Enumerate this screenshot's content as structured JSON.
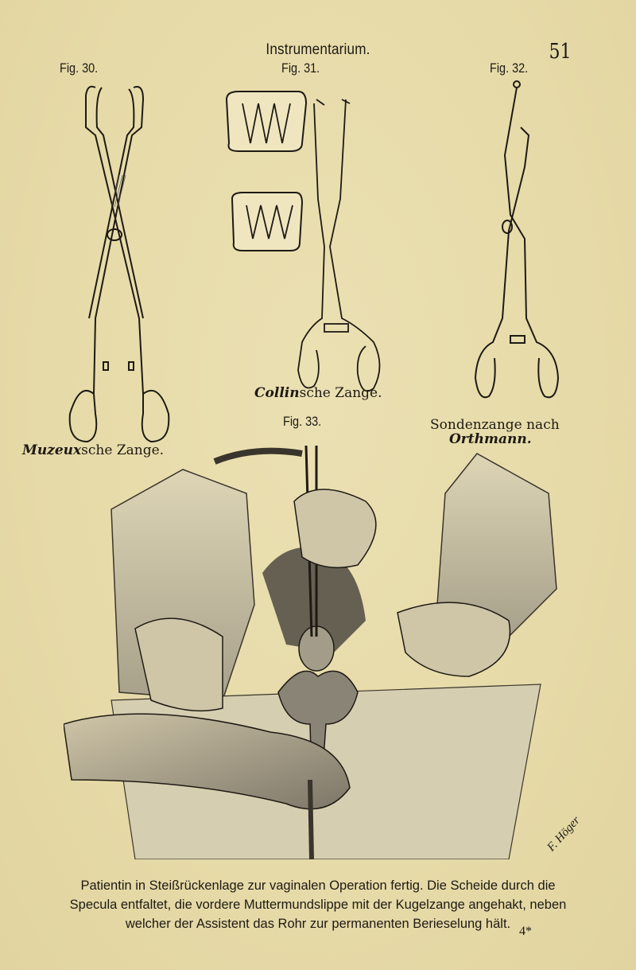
{
  "header": {
    "title": "Instrumentarium.",
    "page_number": "51"
  },
  "figures": [
    {
      "id": "fig30",
      "label": "Fig. 30.",
      "caption_name": "Muzeux",
      "caption_rest": "sche Zange.",
      "description": "Muzeux forceps (tenaculum) drawing"
    },
    {
      "id": "fig31",
      "label": "Fig. 31.",
      "caption_name": "Collin",
      "caption_rest": "sche Zange.",
      "description": "Collin forceps with two jaw detail insets"
    },
    {
      "id": "fig32",
      "label": "Fig. 32.",
      "caption_line1": "Sondenzange nach",
      "caption_name": "Orthmann.",
      "description": "Orthmann probe forceps drawing"
    },
    {
      "id": "fig33",
      "label": "Fig. 33.",
      "description": "Illustration of patient in lithotomy position prepared for vaginal operation",
      "signature": "F. Höger"
    }
  ],
  "body_text": {
    "line1": "Patientin in Steißrückenlage zur vaginalen Operation fertig. Die Scheide durch die",
    "line2": "Specula entfaltet, die vordere Muttermundslippe mit der Kugelzange angehakt, neben",
    "line3": "welcher der Assistent das Rohr zur permanenten Berieselung hält."
  },
  "footer": {
    "signature_mark": "4*"
  }
}
